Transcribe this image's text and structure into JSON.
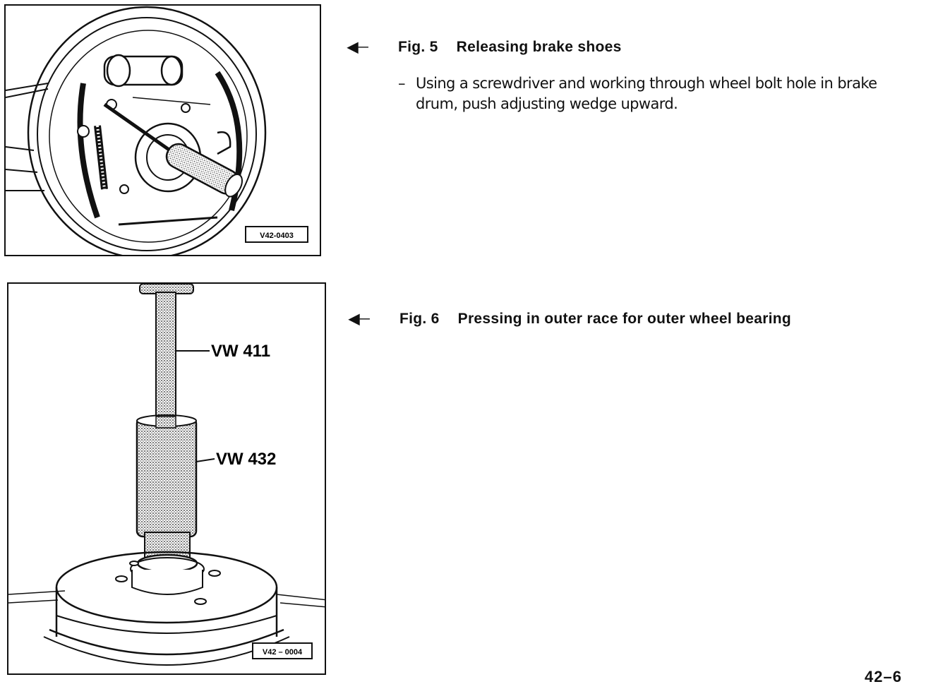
{
  "figures": [
    {
      "number": "Fig. 5",
      "title": "Releasing brake shoes",
      "image_ref": "V42-0403",
      "instruction_dash": "–",
      "instruction": "Using a screwdriver and working through wheel bolt hole in brake drum, push adjusting wedge upward."
    },
    {
      "number": "Fig. 6",
      "title": "Pressing in outer race for outer wheel bearing",
      "image_ref": "V42 – 0004",
      "tool_labels": [
        "VW 411",
        "VW 432"
      ]
    }
  ],
  "page_number": "42–6",
  "icons": {
    "pointer": "left-pointing-arrow-icon"
  }
}
